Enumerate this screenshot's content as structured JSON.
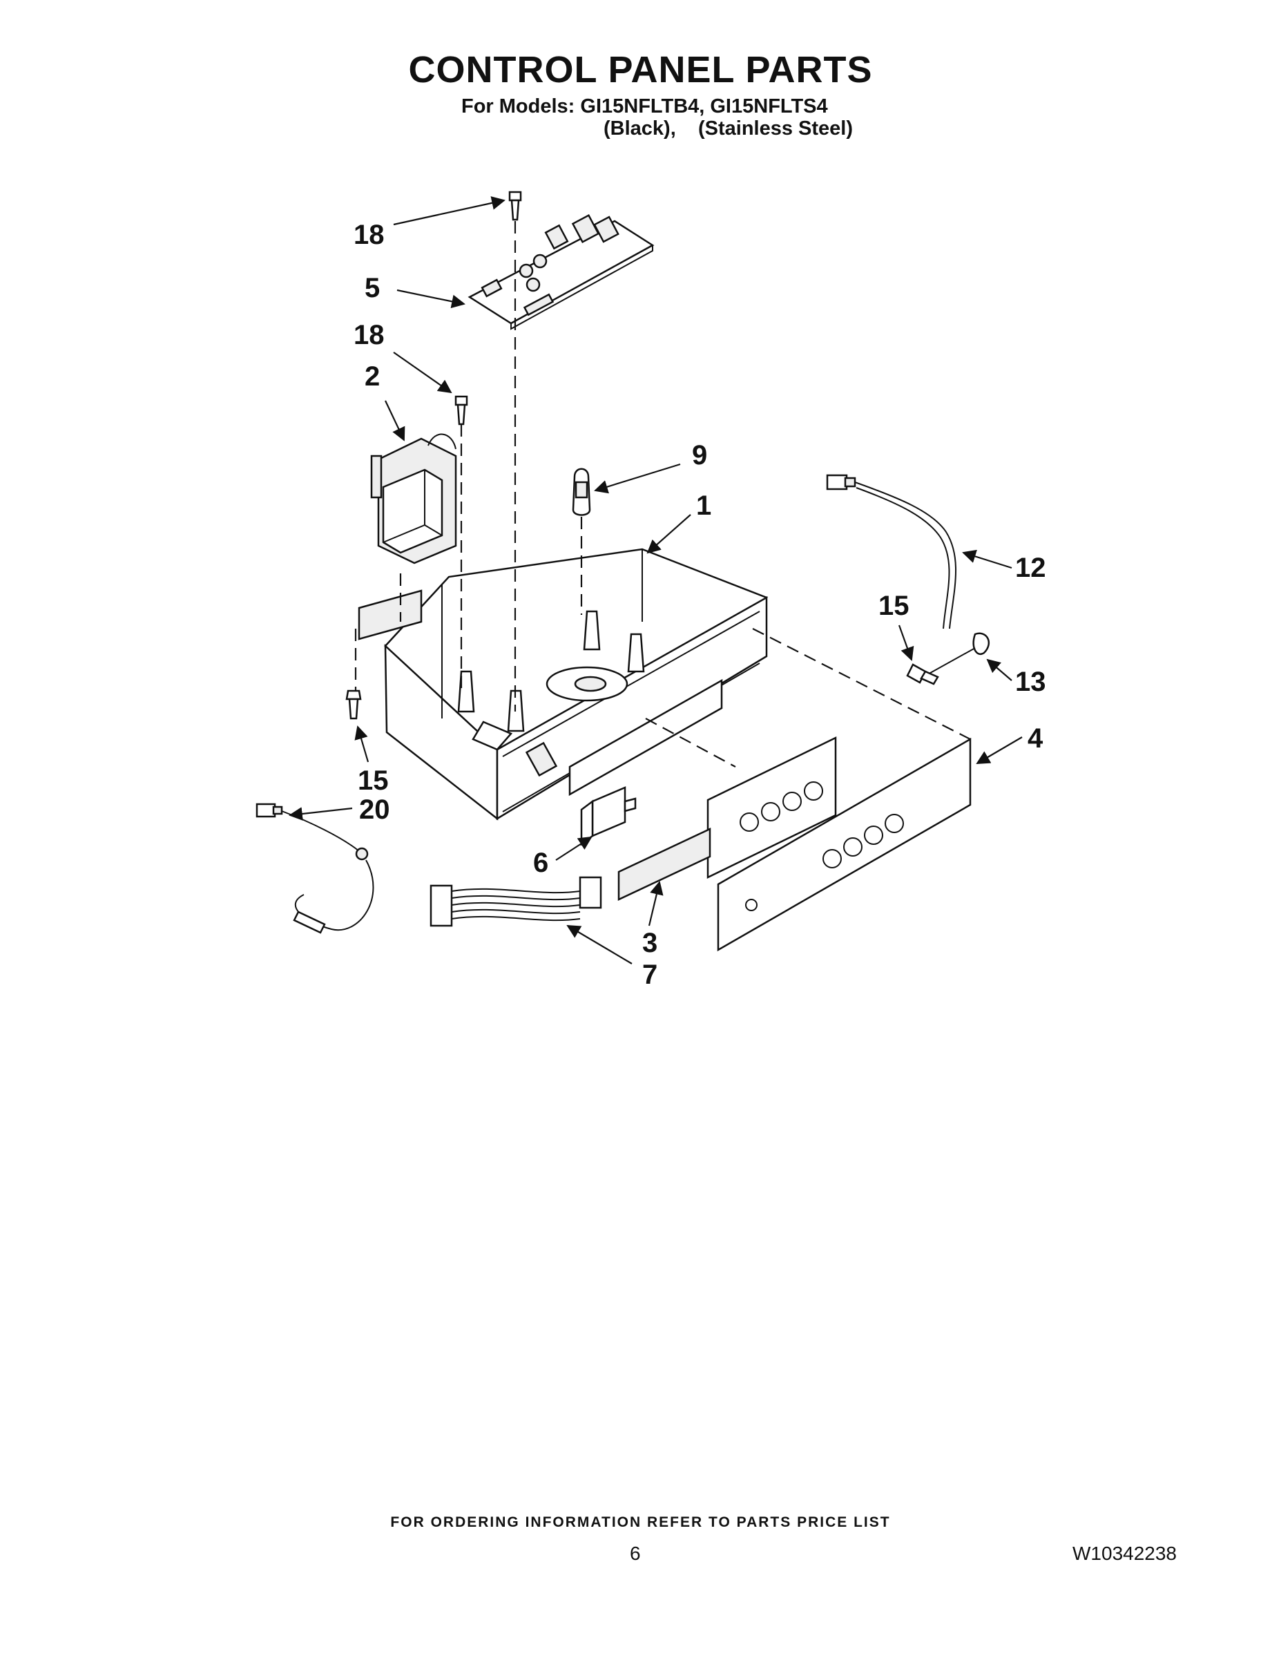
{
  "header": {
    "title": "CONTROL PANEL PARTS",
    "models": "For Models: GI15NFLTB4, GI15NFLTS4",
    "finish": "(Black),    (Stainless Steel)"
  },
  "callouts": [
    {
      "id": "c18a",
      "label": "18"
    },
    {
      "id": "c5",
      "label": "5"
    },
    {
      "id": "c18b",
      "label": "18"
    },
    {
      "id": "c2",
      "label": "2"
    },
    {
      "id": "c9",
      "label": "9"
    },
    {
      "id": "c1",
      "label": "1"
    },
    {
      "id": "c12",
      "label": "12"
    },
    {
      "id": "c15a",
      "label": "15"
    },
    {
      "id": "c13",
      "label": "13"
    },
    {
      "id": "c4",
      "label": "4"
    },
    {
      "id": "c15b",
      "label": "15"
    },
    {
      "id": "c20",
      "label": "20"
    },
    {
      "id": "c6",
      "label": "6"
    },
    {
      "id": "c3",
      "label": "3"
    },
    {
      "id": "c7",
      "label": "7"
    }
  ],
  "footer": {
    "ordering_note": "FOR ORDERING INFORMATION REFER TO PARTS PRICE LIST",
    "page_number": "6",
    "document_number": "W10342238"
  }
}
